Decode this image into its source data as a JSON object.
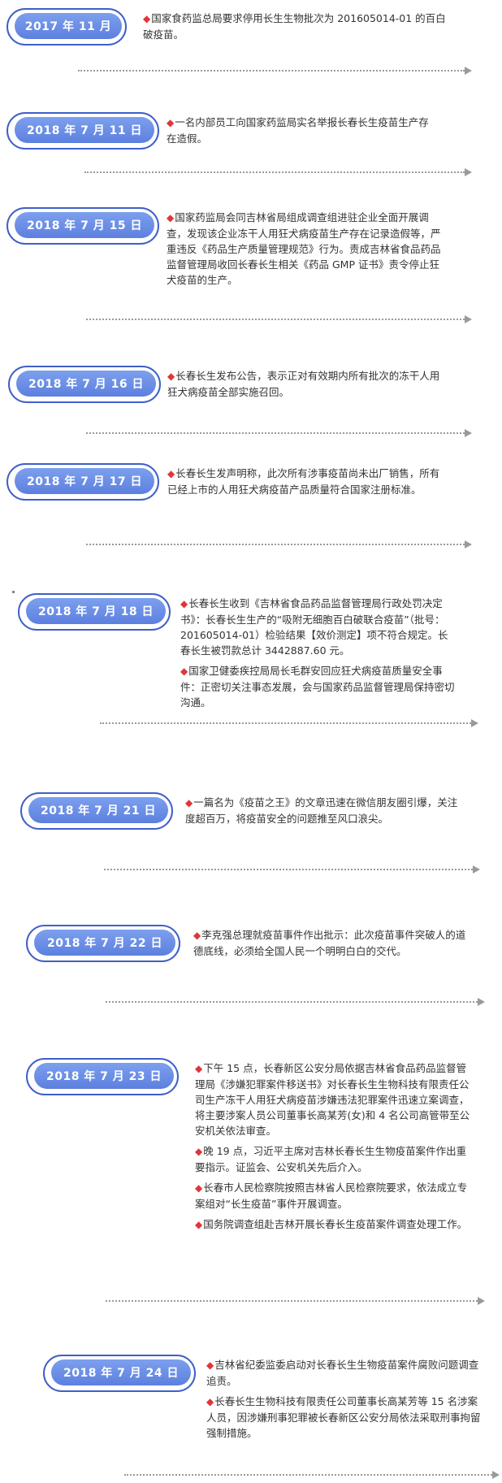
{
  "timeline": [
    {
      "date": "2017 年 11 月",
      "events": [
        "国家食药监总局要求停用长生生物批次为 201605014-01 的百白破疫苗。"
      ]
    },
    {
      "date": "2018 年 7 月 11 日",
      "events": [
        "一名内部员工向国家药监局实名举报长春长生疫苗生产存在造假。"
      ]
    },
    {
      "date": "2018 年 7 月 15 日",
      "events": [
        "国家药监局会同吉林省局组成调查组进驻企业全面开展调查，发现该企业冻干人用狂犬病疫苗生产存在记录造假等，严重违反《药品生产质量管理规范》行为。责成吉林省食品药品监督管理局收回长春长生相关《药品 GMP 证书》责令停止狂犬疫苗的生产。"
      ]
    },
    {
      "date": "2018 年 7 月 16 日",
      "events": [
        "长春长生发布公告，表示正对有效期内所有批次的冻干人用狂犬病疫苗全部实施召回。"
      ]
    },
    {
      "date": "2018 年 7 月 17 日",
      "events": [
        "长春长生发声明称，此次所有涉事疫苗尚未出厂销售，所有已经上市的人用狂犬病疫苗产品质量符合国家注册标准。"
      ]
    },
    {
      "date": "2018 年 7 月 18 日",
      "events": [
        "长春长生收到《吉林省食品药品监督管理局行政处罚决定书》：长春长生生产的“吸附无细胞百白破联合疫苗”（批号：201605014-01）检验结果【效价测定】项不符合规定。长春长生被罚款总计 3442887.60 元。",
        "国家卫健委疾控局局长毛群安回应狂犬病疫苗质量安全事件：正密切关注事态发展，会与国家药品监督管理局保持密切沟通。"
      ]
    },
    {
      "date": "2018 年 7 月 21 日",
      "events": [
        "一篇名为《疫苗之王》的文章迅速在微信朋友圈引爆，关注度超百万，将疫苗安全的问题推至风口浪尖。"
      ]
    },
    {
      "date": "2018 年 7 月 22 日",
      "events": [
        "李克强总理就疫苗事件作出批示：此次疫苗事件突破人的道德底线，必须给全国人民一个明明白白的交代。"
      ]
    },
    {
      "date": "2018 年 7 月 23 日",
      "events": [
        "下午 15 点，长春新区公安分局依据吉林省食品药品监督管理局《涉嫌犯罪案件移送书》对长春长生生物科技有限责任公司生产冻干人用狂犬病疫苗涉嫌违法犯罪案件迅速立案调查，将主要涉案人员公司董事长高某芳(女)和 4 名公司高管带至公安机关依法审查。",
        "晚 19 点，习近平主席对吉林长春长生生物疫苗案件作出重要指示。证监会、公安机关先后介入。",
        "长春市人民检察院按照吉林省人民检察院要求，依法成立专案组对“长生疫苗”事件开展调查。",
        "国务院调查组赴吉林开展长春长生疫苗案件调查处理工作。"
      ]
    },
    {
      "date": "2018 年 7 月 24 日",
      "events": [
        "吉林省纪委监委启动对长春长生生物疫苗案件腐败问题调查追责。",
        "长春长生生物科技有限责任公司董事长高某芳等 15 名涉案人员，因涉嫌刑事犯罪被长春新区公安分局依法采取刑事拘留强制措施。"
      ]
    }
  ]
}
